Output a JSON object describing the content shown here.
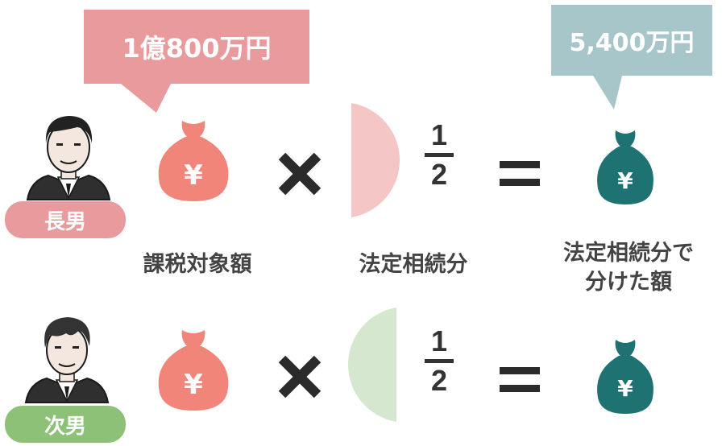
{
  "colors": {
    "pink_bubble": "#E89A9C",
    "teal_bubble": "#A6C6C9",
    "pink_bag": "#F2857A",
    "teal_bag": "#1E7272",
    "pink_half": "#F4C6C6",
    "green_half": "#D5E8CF",
    "badge_pink": "#E89A9C",
    "badge_green": "#8DC177",
    "operator": "#2B2B2B"
  },
  "bubbles": {
    "tax_amount": "1億800万円",
    "share_amount": "5,400万円"
  },
  "rows": [
    {
      "person": "長男",
      "yen": "¥",
      "numerator": "1",
      "denominator": "2"
    },
    {
      "person": "次男",
      "yen": "¥",
      "numerator": "1",
      "denominator": "2"
    }
  ],
  "labels": {
    "taxable": "課税対象額",
    "legal_share": "法定相続分",
    "result_line1": "法定相続分で",
    "result_line2": "分けた額"
  }
}
